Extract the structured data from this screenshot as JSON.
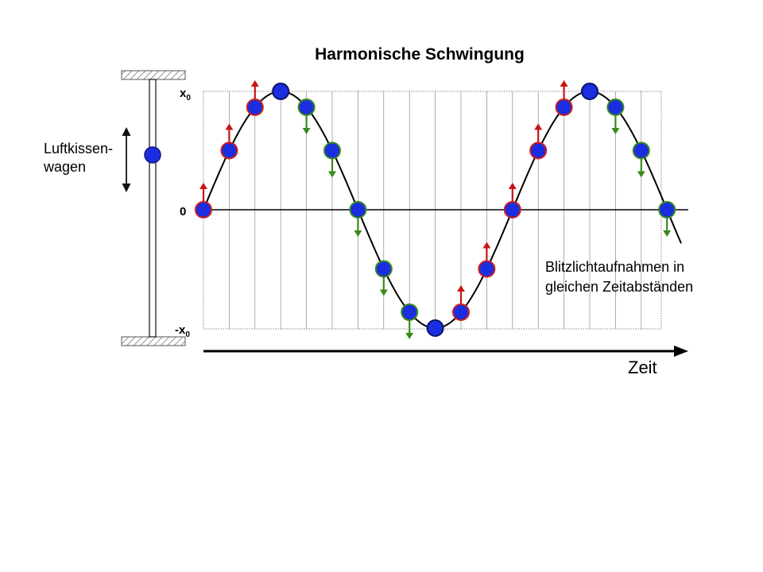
{
  "title": "Harmonische Schwingung",
  "y_ticks": {
    "top": "x",
    "top_sub": "0",
    "zero": "0",
    "bottom": "-x",
    "bottom_sub": "0"
  },
  "cart_label": {
    "line1": "Luftkissen-",
    "line2": "wagen"
  },
  "note": {
    "line1": "Blitzlichtaufnahmen in",
    "line2": "gleichen Zeitabständen"
  },
  "x_axis_label": "Zeit",
  "colors": {
    "curve": "#000000",
    "ball_fill": "#1a2ee0",
    "ring_rising": "#d21c1c",
    "ring_falling": "#3a8a1c",
    "arrow_up": "#c81414",
    "arrow_down": "#3a8a1c",
    "grid": "#888888",
    "hatch": "#777777"
  },
  "chart_data": {
    "type": "scatter",
    "curve": "sine",
    "amplitude": 1,
    "periods": 1.5,
    "samples_per_period": 12,
    "y_range": [
      -1,
      1
    ],
    "samples": [
      {
        "phase": 0,
        "y": 0,
        "velocity": "up"
      },
      {
        "phase": 1,
        "y": 0.5,
        "velocity": "up"
      },
      {
        "phase": 2,
        "y": 0.866,
        "velocity": "up"
      },
      {
        "phase": 3,
        "y": 1,
        "velocity": "none"
      },
      {
        "phase": 4,
        "y": 0.866,
        "velocity": "down"
      },
      {
        "phase": 5,
        "y": 0.5,
        "velocity": "down"
      },
      {
        "phase": 6,
        "y": 0,
        "velocity": "down"
      },
      {
        "phase": 7,
        "y": -0.5,
        "velocity": "down"
      },
      {
        "phase": 8,
        "y": -0.866,
        "velocity": "down"
      },
      {
        "phase": 9,
        "y": -1,
        "velocity": "none"
      },
      {
        "phase": 10,
        "y": -0.866,
        "velocity": "up"
      },
      {
        "phase": 11,
        "y": -0.5,
        "velocity": "up"
      },
      {
        "phase": 12,
        "y": 0,
        "velocity": "up"
      },
      {
        "phase": 13,
        "y": 0.5,
        "velocity": "up"
      },
      {
        "phase": 14,
        "y": 0.866,
        "velocity": "up"
      },
      {
        "phase": 15,
        "y": 1,
        "velocity": "none"
      },
      {
        "phase": 16,
        "y": 0.866,
        "velocity": "down"
      },
      {
        "phase": 17,
        "y": 0.5,
        "velocity": "down"
      },
      {
        "phase": 18,
        "y": 0,
        "velocity": "down"
      }
    ]
  }
}
